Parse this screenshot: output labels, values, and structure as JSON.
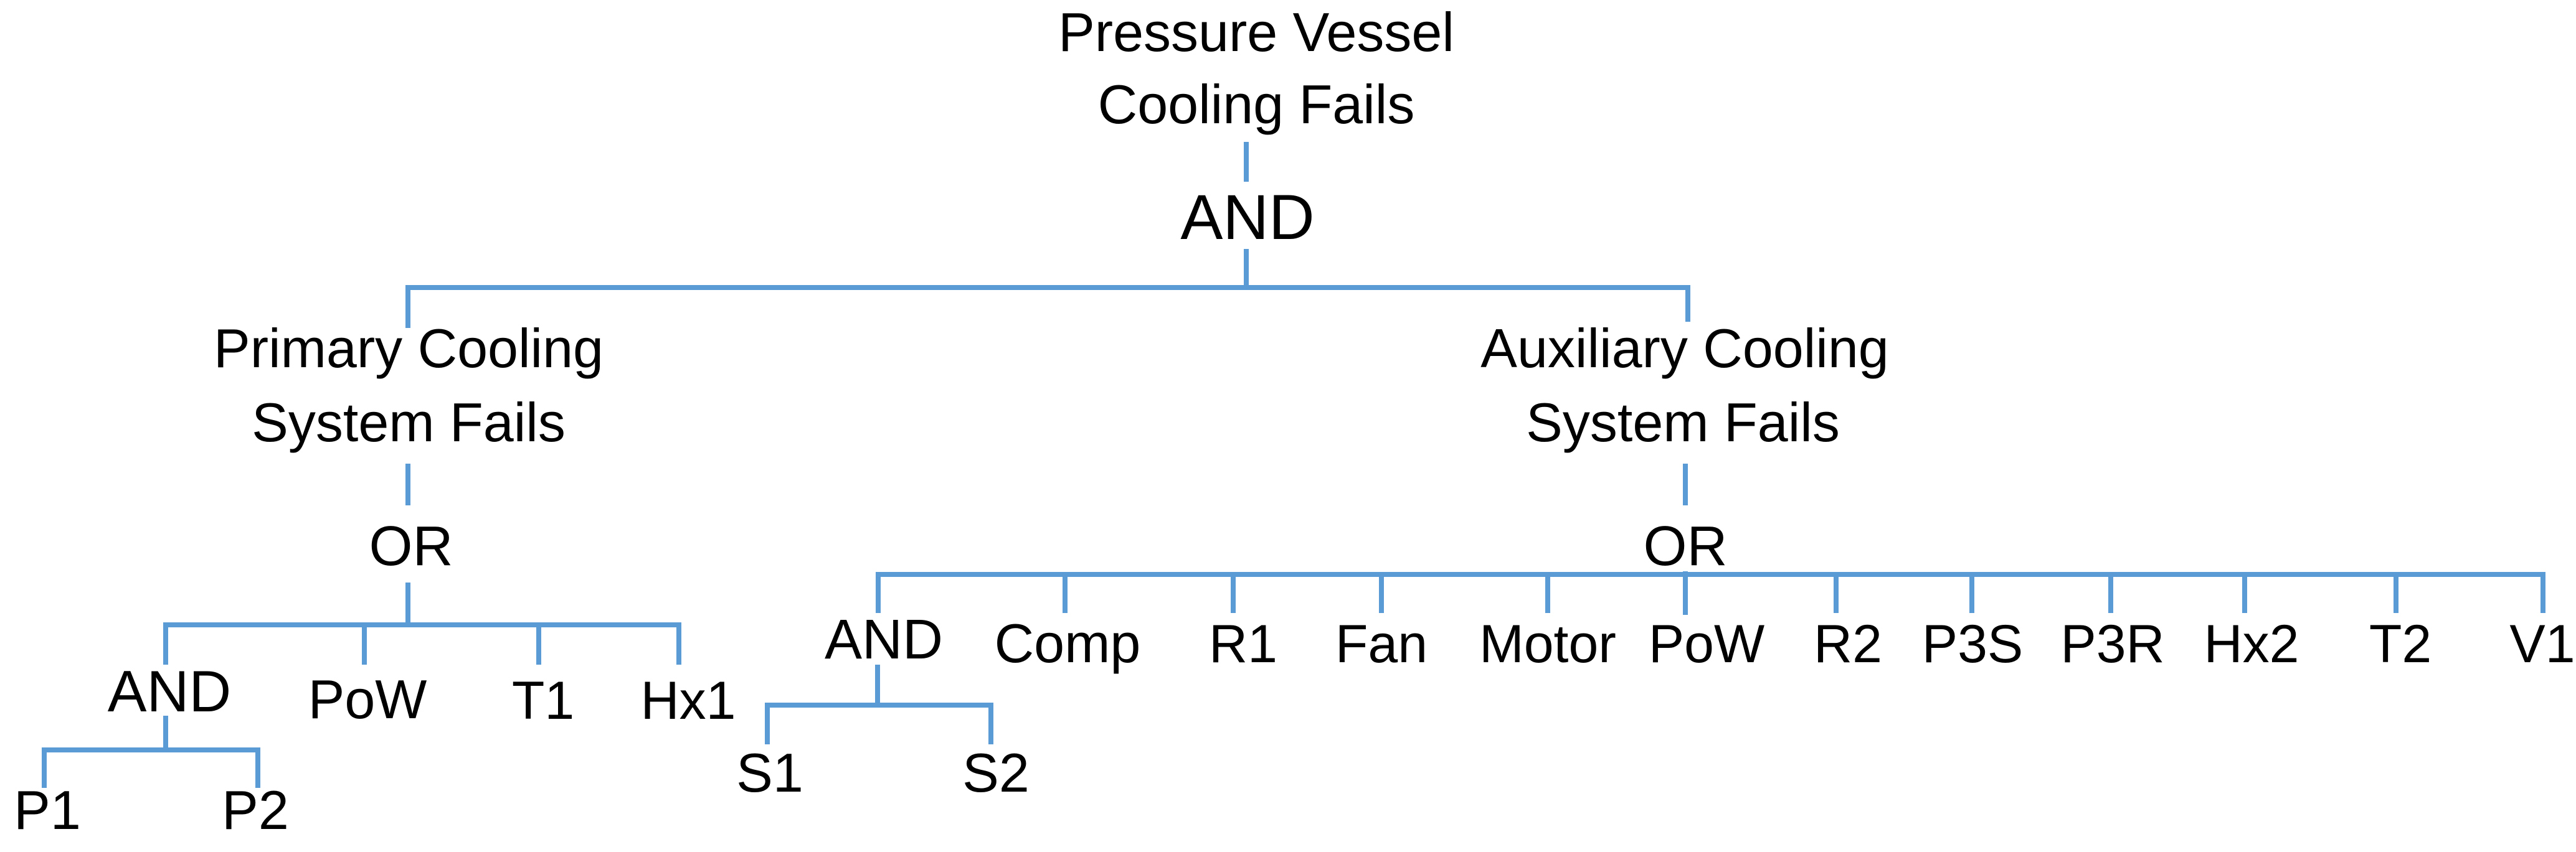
{
  "diagram_type": "fault-tree",
  "colors": {
    "line": "#5B9BD5",
    "text": "#000000",
    "background": "#FFFFFF"
  },
  "tree": {
    "root": {
      "line1": "Pressure Vessel",
      "line2": "Cooling Fails"
    },
    "root_gate": "AND",
    "primary": {
      "line1": "Primary Cooling",
      "line2": "System Fails",
      "gate": "OR",
      "children": {
        "and_gate": "AND",
        "pow": "PoW",
        "t1": "T1",
        "hx1": "Hx1"
      },
      "and_children": {
        "p1": "P1",
        "p2": "P2"
      }
    },
    "auxiliary": {
      "line1": "Auxiliary Cooling",
      "line2": "System Fails",
      "gate": "OR",
      "children": {
        "and_gate": "AND",
        "comp": "Comp",
        "r1": "R1",
        "fan": "Fan",
        "motor": "Motor",
        "pow": "PoW",
        "r2": "R2",
        "p3s": "P3S",
        "p3r": "P3R",
        "hx2": "Hx2",
        "t2": "T2",
        "v1": "V1"
      },
      "and_children": {
        "s1": "S1",
        "s2": "S2"
      }
    }
  }
}
